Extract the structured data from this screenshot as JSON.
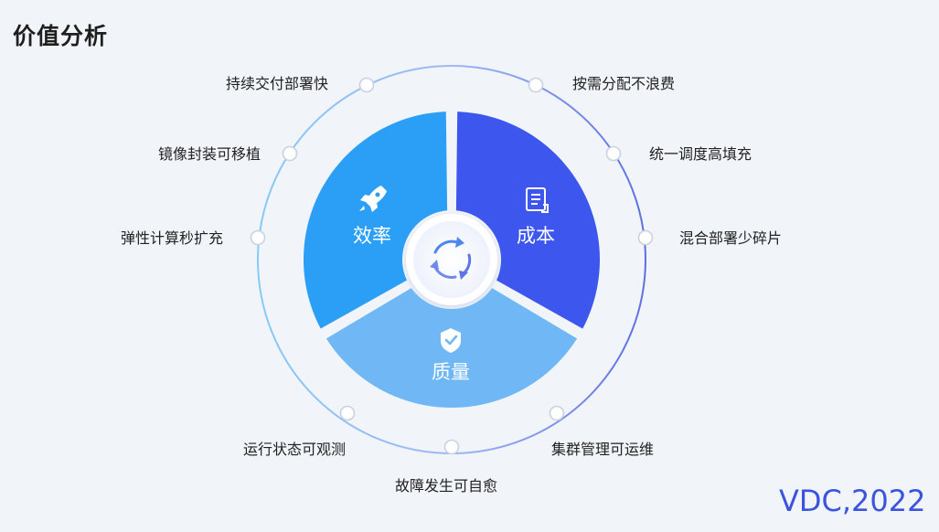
{
  "title": "价值分析",
  "segments": {
    "efficiency": {
      "label": "效率",
      "icon": "rocket-icon",
      "color": "#2b9ff5"
    },
    "cost": {
      "label": "成本",
      "icon": "document-icon",
      "color": "#3d57ee"
    },
    "quality": {
      "label": "质量",
      "icon": "shield-check-icon",
      "color": "#6fb8f5"
    }
  },
  "center_icon": "refresh-cycle-icon",
  "benefits": {
    "left": [
      "持续交付部署快",
      "镜像封装可移植",
      "弹性计算秒扩充"
    ],
    "right": [
      "按需分配不浪费",
      "统一调度高填充",
      "混合部署少碎片"
    ],
    "bottom_left": "运行状态可观测",
    "bottom_center": "故障发生可自愈",
    "bottom_right": "集群管理可运维"
  },
  "brand": "VDC,2022",
  "colors": {
    "ring_left": "#7cc3f4",
    "ring_right": "#6a7fe8",
    "text": "#222222",
    "background": "#f1f4f8"
  }
}
